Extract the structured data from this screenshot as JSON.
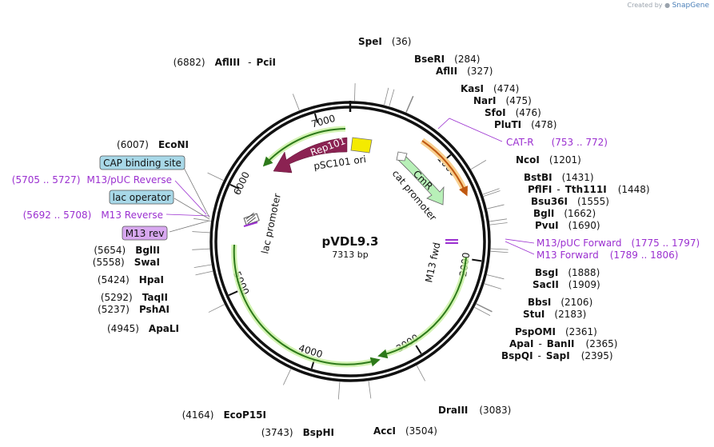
{
  "credit": {
    "prefix": "Created by",
    "brand": "SnapGene"
  },
  "plasmid": {
    "name": "pVDL9.3",
    "size_label": "7313 bp",
    "length": 7313
  },
  "ticks": [
    {
      "bp": 1000,
      "label": "1000"
    },
    {
      "bp": 2000,
      "label": "2000"
    },
    {
      "bp": 3000,
      "label": "3000"
    },
    {
      "bp": 4000,
      "label": "4000"
    },
    {
      "bp": 5000,
      "label": "5000"
    },
    {
      "bp": 6000,
      "label": "6000"
    },
    {
      "bp": 7000,
      "label": "7000"
    }
  ],
  "enzymes": [
    {
      "name": "SpeI",
      "pos": "(36)",
      "bp": 36
    },
    {
      "name": "BseRI",
      "pos": "(284)",
      "bp": 284
    },
    {
      "name": "AflII",
      "pos": "(327)",
      "bp": 327
    },
    {
      "name": "KasI",
      "pos": "(474)",
      "bp": 474
    },
    {
      "name": "NarI",
      "pos": "(475)",
      "bp": 475
    },
    {
      "name": "SfoI",
      "pos": "(476)",
      "bp": 476
    },
    {
      "name": "PluTI",
      "pos": "(478)",
      "bp": 478
    },
    {
      "name": "NcoI",
      "pos": "(1201)",
      "bp": 1201
    },
    {
      "name": "BstBI",
      "pos": "(1431)",
      "bp": 1431
    },
    {
      "name": "PflFI",
      "name2": "Tth111I",
      "pos": "(1448)",
      "bp": 1448
    },
    {
      "name": "Bsu36I",
      "pos": "(1555)",
      "bp": 1555
    },
    {
      "name": "BglI",
      "pos": "(1662)",
      "bp": 1662
    },
    {
      "name": "PvuI",
      "pos": "(1690)",
      "bp": 1690
    },
    {
      "name": "BsgI",
      "pos": "(1888)",
      "bp": 1888
    },
    {
      "name": "SacII",
      "pos": "(1909)",
      "bp": 1909
    },
    {
      "name": "BbsI",
      "pos": "(2106)",
      "bp": 2106
    },
    {
      "name": "StuI",
      "pos": "(2183)",
      "bp": 2183
    },
    {
      "name": "PspOMI",
      "pos": "(2361)",
      "bp": 2361
    },
    {
      "name": "ApaI",
      "name2": "BanII",
      "pos": "(2365)",
      "bp": 2365
    },
    {
      "name": "BspQI",
      "name2": "SapI",
      "pos": "(2395)",
      "bp": 2395
    },
    {
      "name": "DraIII",
      "pos": "(3083)",
      "bp": 3083
    },
    {
      "name": "AccI",
      "pos": "(3504)",
      "bp": 3504
    },
    {
      "name": "BspHI",
      "pos": "(3743)",
      "bp": 3743
    },
    {
      "name": "EcoP15I",
      "pos": "(4164)",
      "bp": 4164
    },
    {
      "name": "ApaLI",
      "pos": "(4945)",
      "bp": 4945
    },
    {
      "name": "PshAI",
      "pos": "(5237)",
      "bp": 5237
    },
    {
      "name": "TaqII",
      "pos": "(5292)",
      "bp": 5292
    },
    {
      "name": "HpaI",
      "pos": "(5424)",
      "bp": 5424
    },
    {
      "name": "SwaI",
      "pos": "(5558)",
      "bp": 5558
    },
    {
      "name": "BglII",
      "pos": "(5654)",
      "bp": 5654
    },
    {
      "name": "EcoNI",
      "pos": "(6007)",
      "bp": 6007
    },
    {
      "name": "AflIII",
      "name2": "PciI",
      "pos": "(6882)",
      "bp": 6882
    }
  ],
  "primers": [
    {
      "name": "CAT-R",
      "range": "(753 .. 772)",
      "bp": 762
    },
    {
      "name": "M13/pUC Forward",
      "range": "(1775 .. 1797)",
      "bp": 1786
    },
    {
      "name": "M13 Forward",
      "range": "(1789 .. 1806)",
      "bp": 1797
    },
    {
      "name": "M13/pUC Reverse",
      "range": "(5705 .. 5727)",
      "bp": 5716
    },
    {
      "name": "M13 Reverse",
      "range": "(5692 .. 5708)",
      "bp": 5700
    }
  ],
  "features": [
    {
      "name": "lac operator",
      "bp": 5735
    },
    {
      "name": "CAP binding site",
      "bp": 5800
    },
    {
      "name": "M13 rev",
      "bp": 5705
    }
  ],
  "orfs": [
    {
      "name": "Rep101",
      "label": "Rep101"
    },
    {
      "name": "CmR",
      "label": "CmR"
    }
  ],
  "inner_labels": {
    "psc101_ori": "pSC101 ori",
    "cat_promoter": "cat promoter",
    "lac_promoter": "lac promoter",
    "m13_fwd": "M13 fwd"
  },
  "colors": {
    "rep101": "#8b2252",
    "psc101_ori": "#f4ea00",
    "cmr": "#b8f0b8",
    "orf_arrow": "#2d7a1a",
    "orf_halo": "#c8f0a0",
    "primer": "#9b30d0",
    "feature_box": "#a8d8e8",
    "m13_rev_box": "#d8a8f0",
    "cat_r_arrow": "#e08020"
  }
}
